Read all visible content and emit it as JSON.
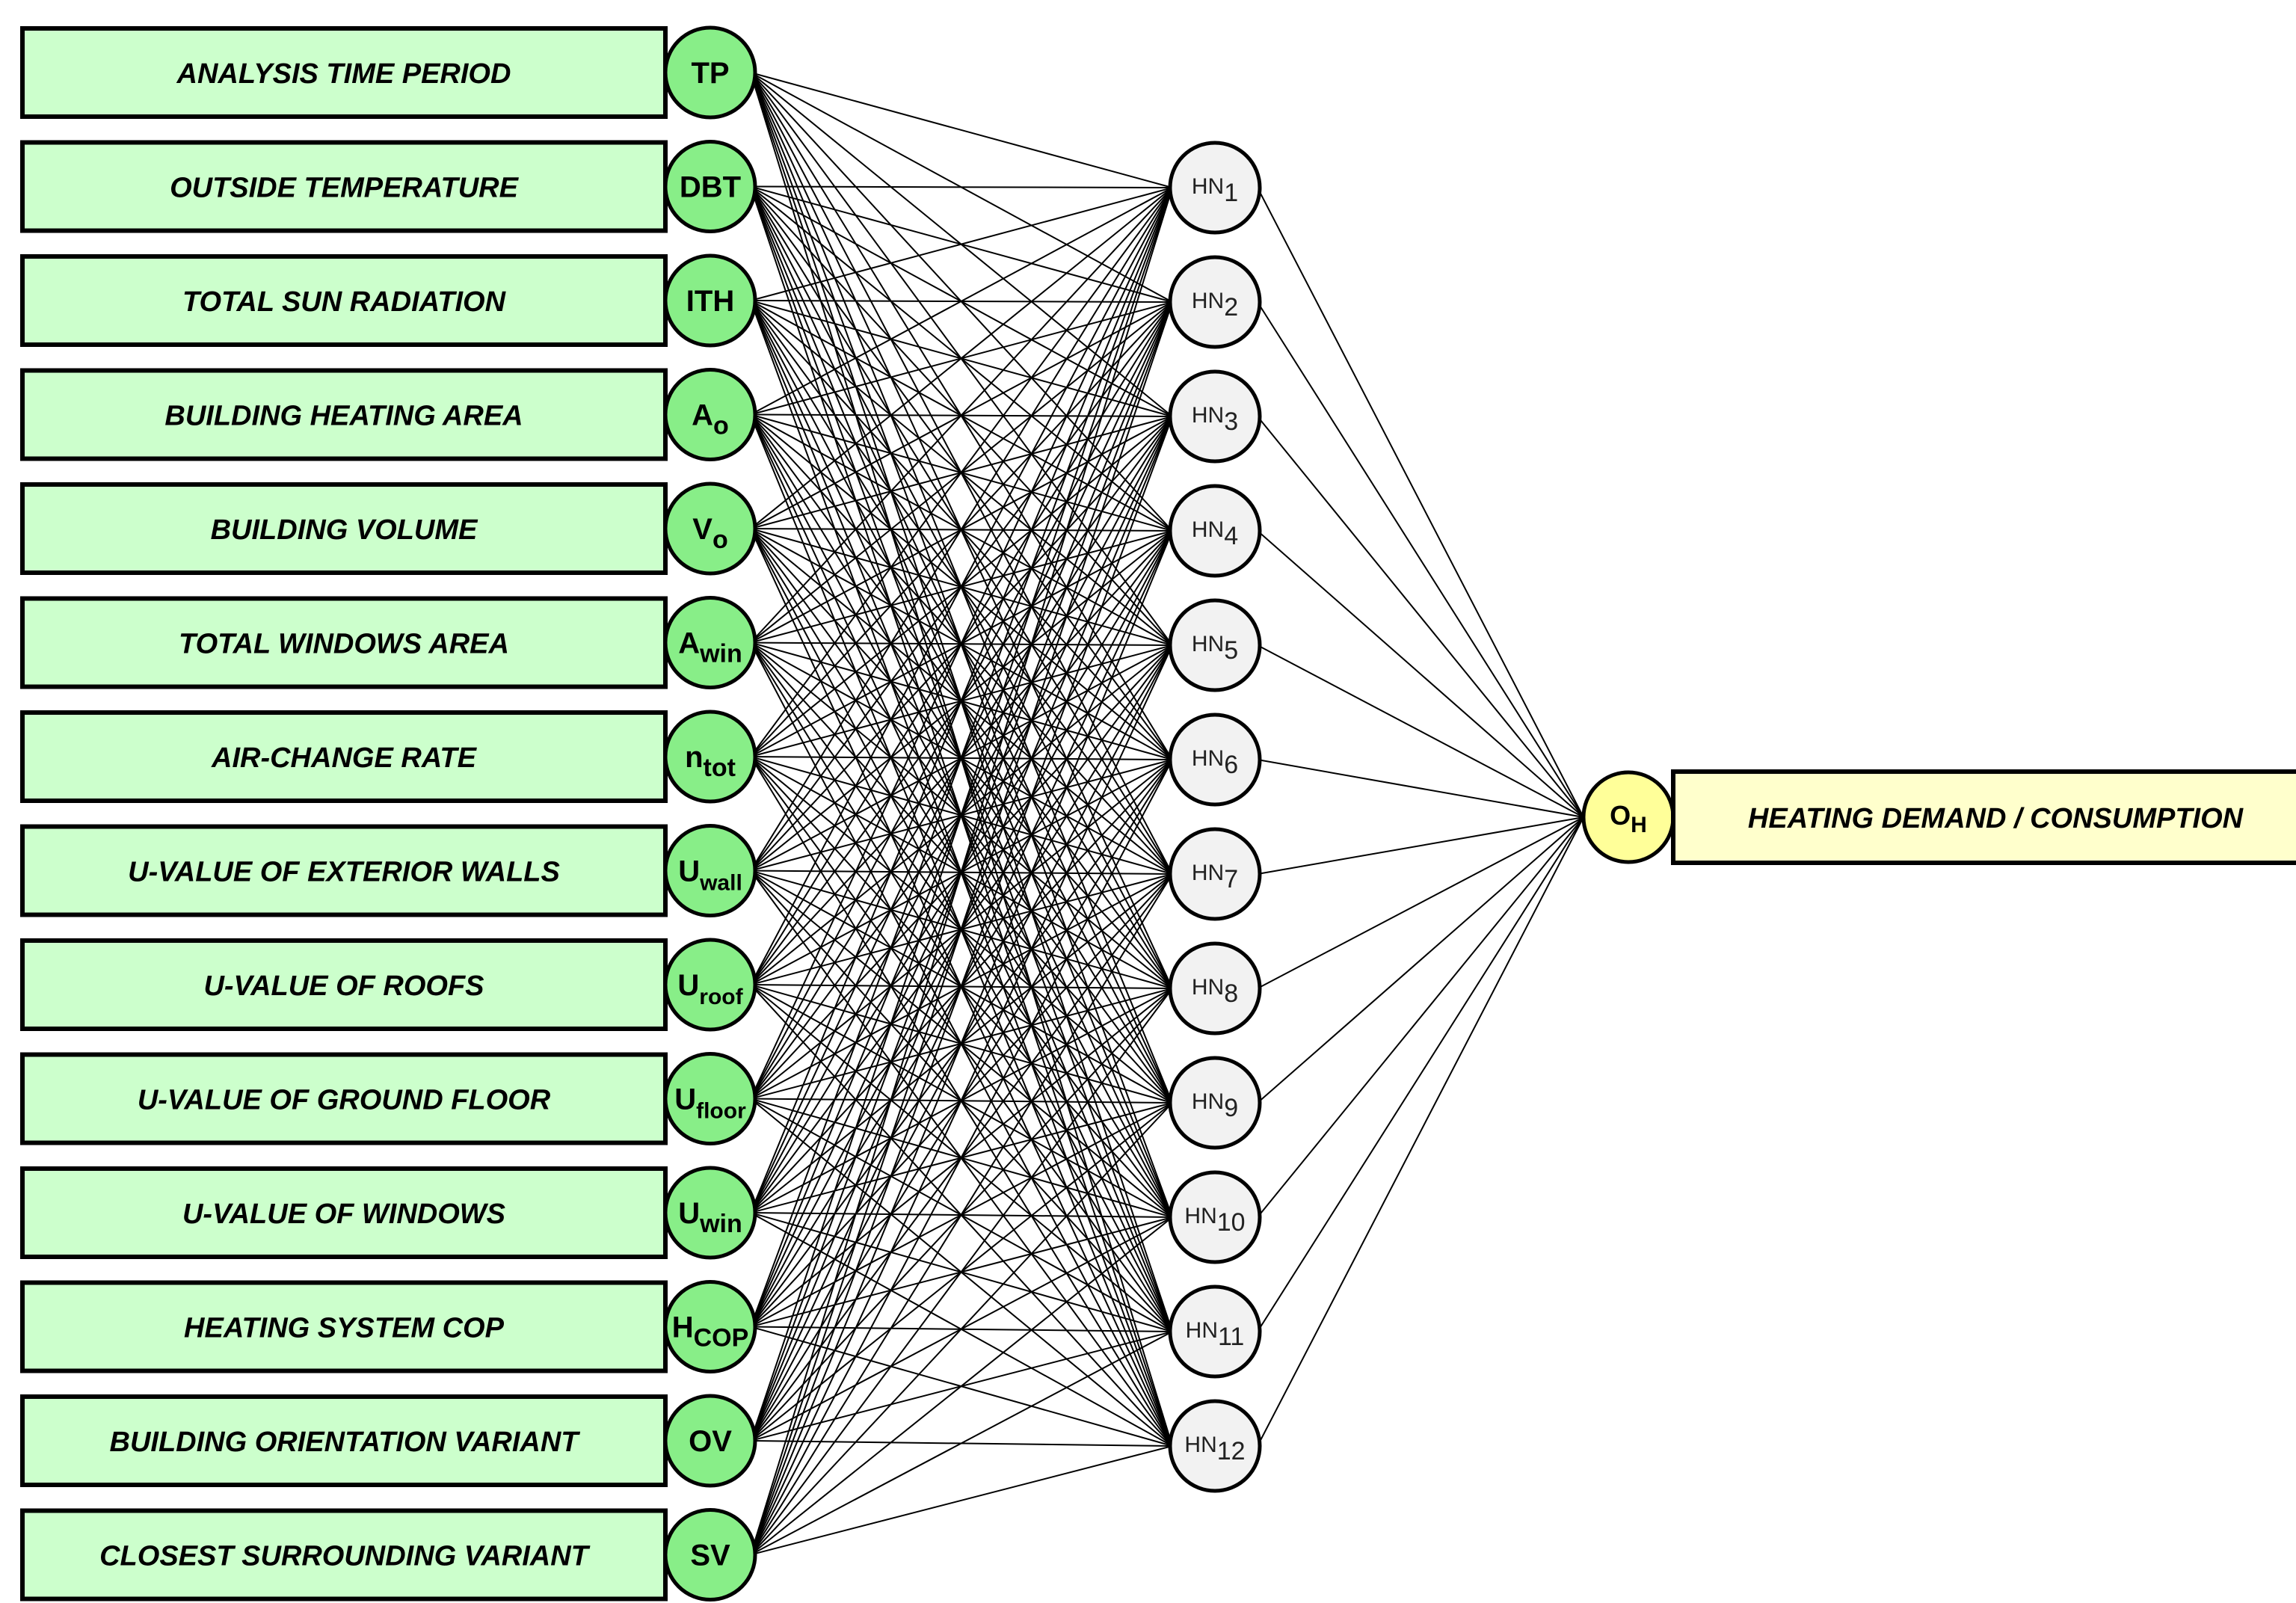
{
  "inputs": [
    {
      "label": "ANALYSIS TIME PERIOD",
      "symbol": "TP",
      "sub": ""
    },
    {
      "label": "OUTSIDE TEMPERATURE",
      "symbol": "DBT",
      "sub": ""
    },
    {
      "label": "TOTAL SUN RADIATION",
      "symbol": "ITH",
      "sub": ""
    },
    {
      "label": "BUILDING HEATING AREA",
      "symbol": "A",
      "sub": "o"
    },
    {
      "label": "BUILDING VOLUME",
      "symbol": "V",
      "sub": "o"
    },
    {
      "label": "TOTAL WINDOWS AREA",
      "symbol": "A",
      "sub": "win"
    },
    {
      "label": "AIR-CHANGE RATE",
      "symbol": "n",
      "sub": "tot"
    },
    {
      "label": "U-VALUE OF EXTERIOR WALLS",
      "symbol": "U",
      "sub": "wall"
    },
    {
      "label": "U-VALUE OF ROOFS",
      "symbol": "U",
      "sub": "roof"
    },
    {
      "label": "U-VALUE OF GROUND FLOOR",
      "symbol": "U",
      "sub": "floor"
    },
    {
      "label": "U-VALUE OF WINDOWS",
      "symbol": "U",
      "sub": "win"
    },
    {
      "label": "HEATING SYSTEM COP",
      "symbol": "H",
      "sub": "COP"
    },
    {
      "label": "BUILDING ORIENTATION VARIANT",
      "symbol": "OV",
      "sub": ""
    },
    {
      "label": "CLOSEST SURROUNDING VARIANT",
      "symbol": "SV",
      "sub": ""
    }
  ],
  "hidden": [
    {
      "symbol": "HN",
      "sub": "1"
    },
    {
      "symbol": "HN",
      "sub": "2"
    },
    {
      "symbol": "HN",
      "sub": "3"
    },
    {
      "symbol": "HN",
      "sub": "4"
    },
    {
      "symbol": "HN",
      "sub": "5"
    },
    {
      "symbol": "HN",
      "sub": "6"
    },
    {
      "symbol": "HN",
      "sub": "7"
    },
    {
      "symbol": "HN",
      "sub": "8"
    },
    {
      "symbol": "HN",
      "sub": "9"
    },
    {
      "symbol": "HN",
      "sub": "10"
    },
    {
      "symbol": "HN",
      "sub": "11"
    },
    {
      "symbol": "HN",
      "sub": "12"
    }
  ],
  "output": {
    "label": "HEATING DEMAND / CONSUMPTION",
    "symbol": "O",
    "sub": "H"
  },
  "colors": {
    "input_fill": "#ccffcc",
    "input_node_fill": "#88ee88",
    "hidden_fill": "#f2f2f2",
    "output_fill": "#ffff99",
    "output_box_fill": "#ffffcc",
    "stroke": "#000000"
  }
}
